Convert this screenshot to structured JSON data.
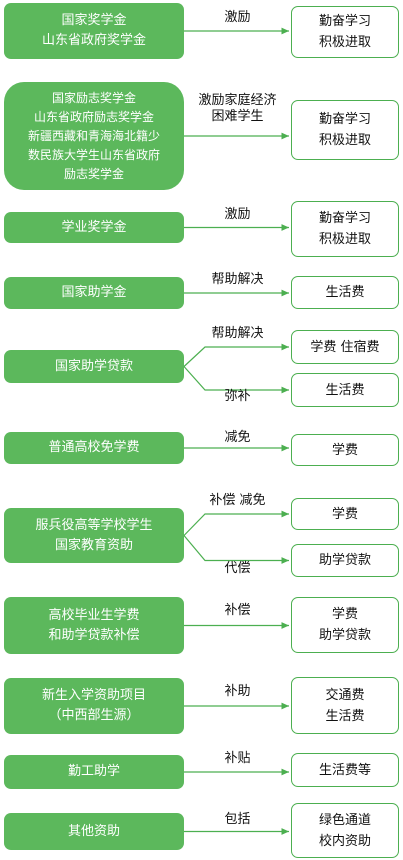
{
  "rows": [
    {
      "source": [
        "国家奖学金",
        "山东省政府奖学金"
      ],
      "links": [
        {
          "label": [
            "激励"
          ],
          "target": [
            "勤奋学习",
            "积极进取"
          ]
        }
      ]
    },
    {
      "source": [
        "国家励志奖学金",
        "山东省政府励志奖学金",
        "新疆西藏和青海海北籍少",
        "数民族大学生山东省政府",
        "励志奖学金"
      ],
      "links": [
        {
          "label": [
            "激励家庭经济",
            "困难学生"
          ],
          "target": [
            "勤奋学习",
            "积极进取"
          ]
        }
      ]
    },
    {
      "source": [
        "学业奖学金"
      ],
      "links": [
        {
          "label": [
            "激励"
          ],
          "target": [
            "勤奋学习",
            "积极进取"
          ]
        }
      ]
    },
    {
      "source": [
        "国家助学金"
      ],
      "links": [
        {
          "label": [
            "帮助解决"
          ],
          "target": [
            "生活费"
          ]
        }
      ]
    },
    {
      "source": [
        "国家助学贷款"
      ],
      "links": [
        {
          "label": [
            "帮助解决"
          ],
          "target": [
            "学费  住宿费"
          ]
        },
        {
          "label": [
            "弥补"
          ],
          "target": [
            "生活费"
          ]
        }
      ]
    },
    {
      "source": [
        "普通高校免学费"
      ],
      "links": [
        {
          "label": [
            "减免"
          ],
          "target": [
            "学费"
          ]
        }
      ]
    },
    {
      "source": [
        "服兵役高等学校学生",
        "国家教育资助"
      ],
      "links": [
        {
          "label": [
            "补偿  减免"
          ],
          "target": [
            "学费"
          ]
        },
        {
          "label": [
            "代偿"
          ],
          "target": [
            "助学贷款"
          ]
        }
      ]
    },
    {
      "source": [
        "高校毕业生学费",
        "和助学贷款补偿"
      ],
      "links": [
        {
          "label": [
            "补偿"
          ],
          "target": [
            "学费",
            "助学贷款"
          ]
        }
      ]
    },
    {
      "source": [
        "新生入学资助项目",
        "（中西部生源）"
      ],
      "links": [
        {
          "label": [
            "补助"
          ],
          "target": [
            "交通费",
            "生活费"
          ]
        }
      ]
    },
    {
      "source": [
        "勤工助学"
      ],
      "links": [
        {
          "label": [
            "补贴"
          ],
          "target": [
            "生活费等"
          ]
        }
      ]
    },
    {
      "source": [
        "其他资助"
      ],
      "links": [
        {
          "label": [
            "包括"
          ],
          "target": [
            "绿色通道",
            "校内资助"
          ]
        }
      ]
    }
  ],
  "colors": {
    "node_fill": "#5cb85c",
    "node_text": "#ffffff",
    "target_border": "#4caf50",
    "arrow": "#4caf50"
  }
}
